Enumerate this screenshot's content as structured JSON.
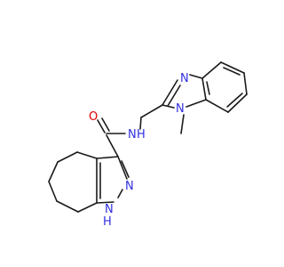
{
  "molecule": {
    "atom_labels": {
      "amide_o": "O",
      "amide_nh": "N",
      "amide_nh_h": "H",
      "bzim_n3": "N",
      "bzim_n1": "N",
      "pyrazole_n2": "N",
      "pyrazole_nh": "N",
      "pyrazole_nh_h": "H"
    },
    "colors": {
      "bond": "#1a1a1a",
      "nitrogen": "#2f2fe0",
      "oxygen": "#e00000"
    }
  }
}
